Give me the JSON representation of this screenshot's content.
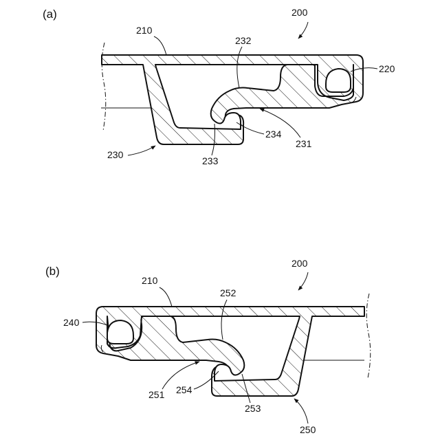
{
  "panels": [
    {
      "tag": "(a)",
      "labels": {
        "assembly": "200",
        "top_plate": "210",
        "hook_a": "220",
        "joint": "230",
        "lower_face": "231",
        "curve": "232",
        "notch": "233",
        "tip": "234"
      }
    },
    {
      "tag": "(b)",
      "labels": {
        "assembly": "200",
        "top_plate": "210",
        "hook_b": "240",
        "joint": "250",
        "lower_face": "251",
        "curve": "252",
        "notch": "253",
        "tip": "254"
      }
    }
  ]
}
